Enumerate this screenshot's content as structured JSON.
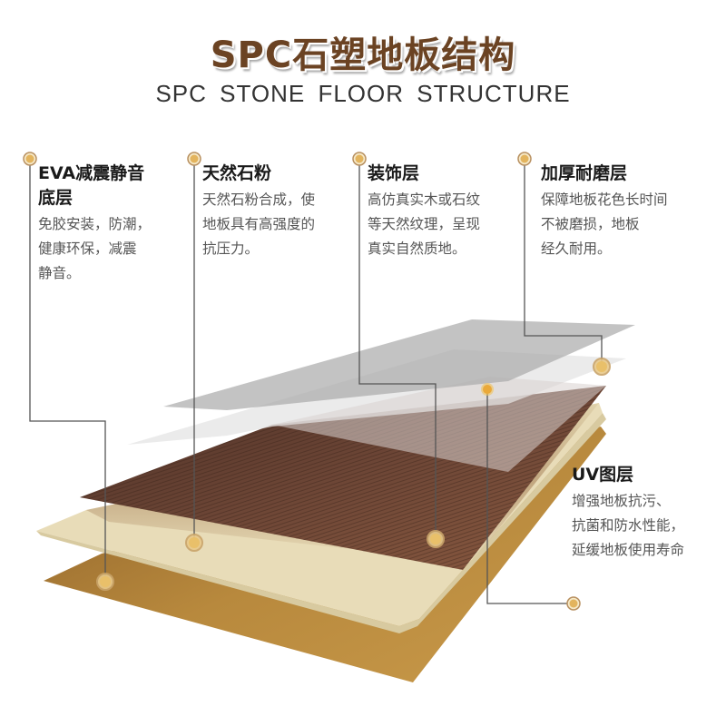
{
  "header": {
    "title": "SPC石塑地板结构",
    "subtitle": "SPC  STONE FLOOR STRUCTURE"
  },
  "layers": [
    {
      "id": "eva",
      "title_line1": "EVA减震静音",
      "title_line2": "底层",
      "desc_lines": [
        "免胶安装，防潮，",
        "健康环保，减震",
        "静音。"
      ]
    },
    {
      "id": "stone-powder",
      "title": "天然石粉",
      "desc_lines": [
        "天然石粉合成，使",
        "地板具有高强度的",
        "抗压力。"
      ]
    },
    {
      "id": "decor",
      "title": "装饰层",
      "desc_lines": [
        "高仿真实木或石纹",
        "等天然纹理，呈现",
        "真实自然质地。"
      ]
    },
    {
      "id": "wear",
      "title": "加厚耐磨层",
      "desc_lines": [
        "保障地板花色长时间",
        "不被磨损，地板",
        "经久耐用。"
      ]
    },
    {
      "id": "uv",
      "title": "UV图层",
      "desc_lines": [
        "增强地板抗污、",
        "抗菌和防水性能，",
        "延缓地板使用寿命"
      ]
    }
  ],
  "colors": {
    "title_brown": "#6b4323",
    "dot_fill": "#e9c06a",
    "dot_ring": "#c9a46a",
    "line": "#555555",
    "eva_gold": "#b88a3c",
    "core_cream": "#e6d9b4",
    "decor_wood": "#6a4433",
    "wear_gray": "#b8b8b8"
  }
}
